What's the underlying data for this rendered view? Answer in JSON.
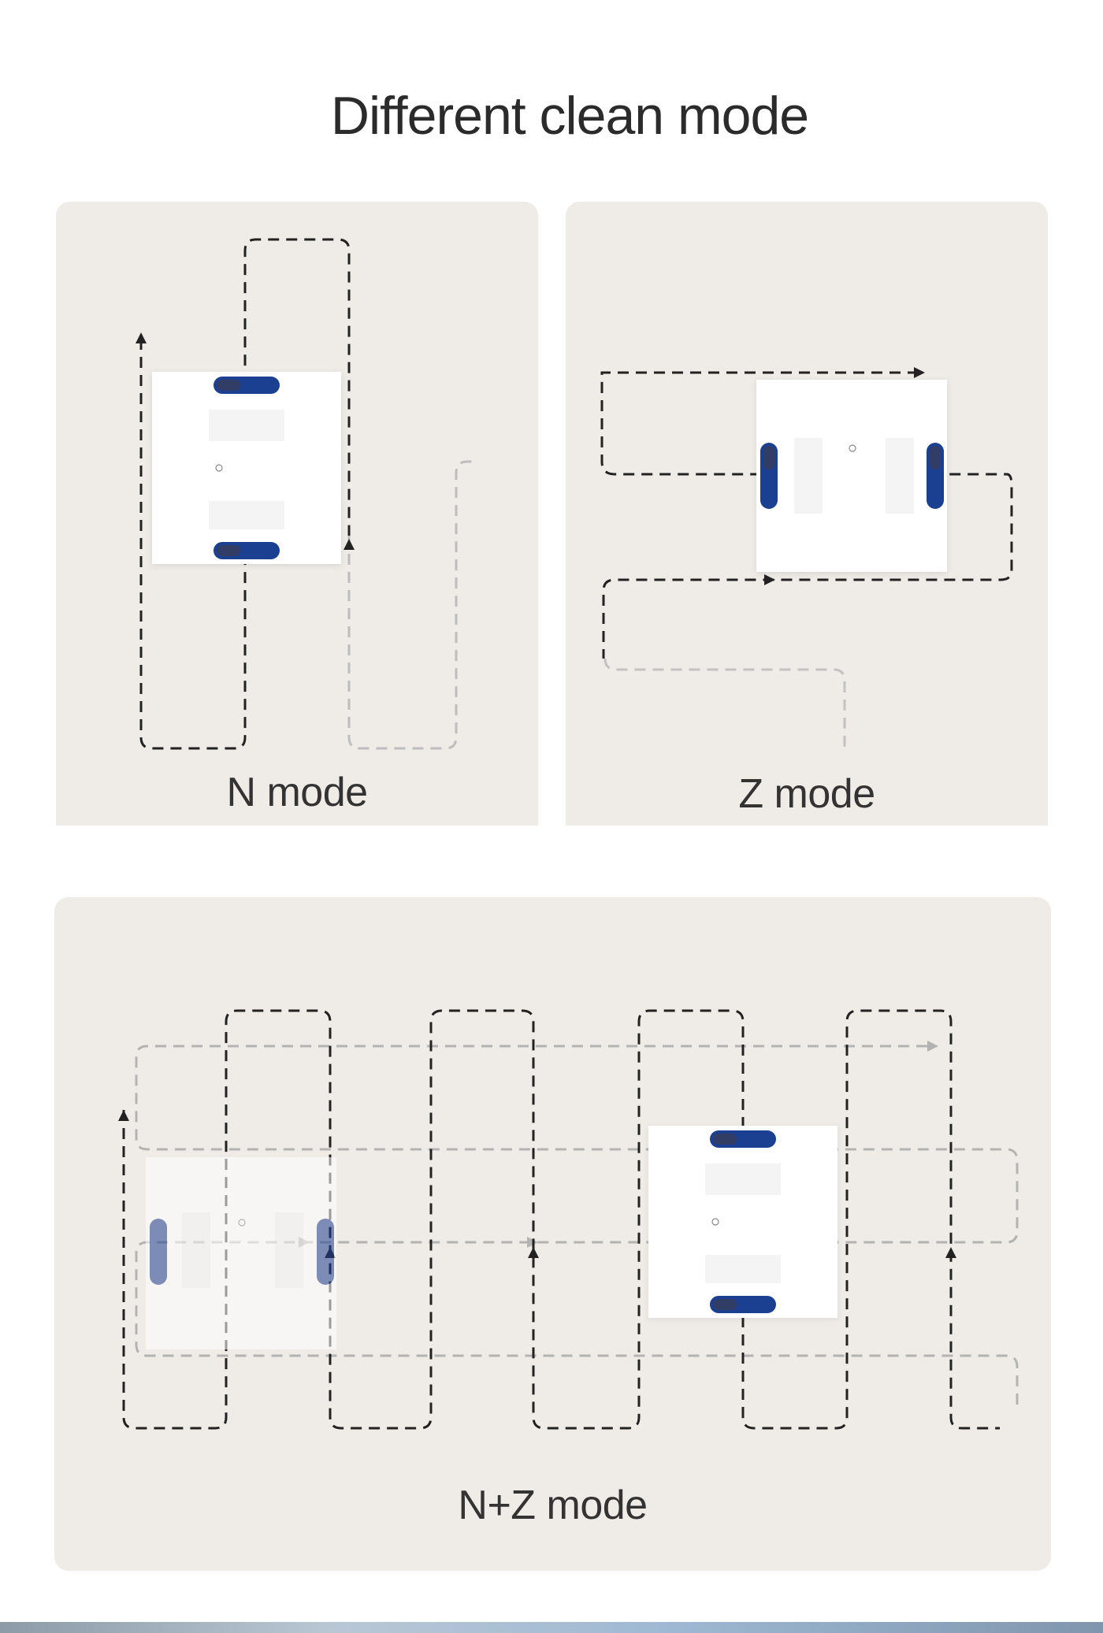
{
  "page": {
    "title": "Different clean mode"
  },
  "modes": {
    "n_mode": {
      "label": "N mode"
    },
    "z_mode": {
      "label": "Z mode"
    },
    "nz_mode": {
      "label": "N+Z mode"
    }
  },
  "colors": {
    "background": "#ffffff",
    "panel": "#efece7",
    "path_dark": "#222222",
    "path_light": "#b3b3b3",
    "robot_body": "#ffffff",
    "robot_pad": "#1f3f91",
    "title_text": "#2b2b2b"
  },
  "icons": {
    "robot": "window-cleaning-robot-icon",
    "power": "power-icon",
    "arrow": "arrow-head-icon"
  }
}
